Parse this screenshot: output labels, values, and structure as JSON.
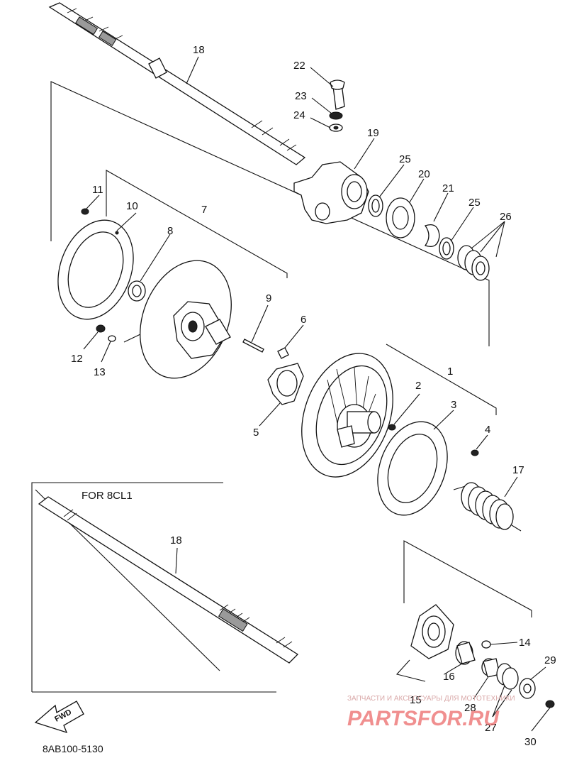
{
  "diagram": {
    "part_numbers": [
      "1",
      "2",
      "3",
      "4",
      "5",
      "6",
      "7",
      "8",
      "9",
      "10",
      "11",
      "12",
      "13",
      "14",
      "15",
      "16",
      "17",
      "18",
      "18",
      "19",
      "20",
      "21",
      "22",
      "23",
      "24",
      "25",
      "25",
      "26",
      "27",
      "28",
      "29",
      "30"
    ],
    "variant_caption": "FOR 8CL1",
    "fwd_label": "FWD",
    "drawing_code": "8AB100-5130"
  },
  "watermark": {
    "tagline": "ЗАПЧАСТИ И АКСЕССУАРЫ ДЛЯ МОТОТЕХНИКИ",
    "brand": "PARTSFOR.RU"
  }
}
